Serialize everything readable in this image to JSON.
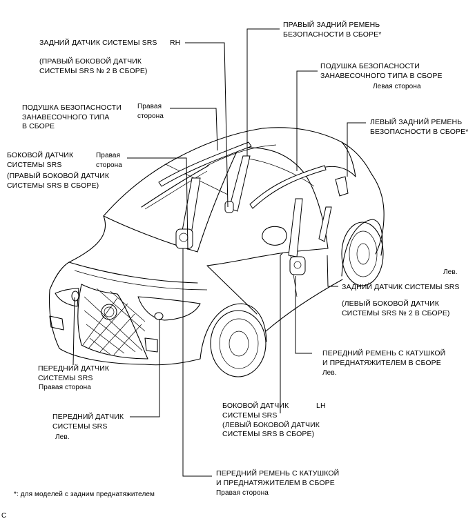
{
  "labels": {
    "right_rear_belt": "ПРАВЫЙ ЗАДНИЙ РЕМЕНЬ\nБЕЗОПАСНОСТИ В СБОРЕ*",
    "rear_sensor_rh": "ЗАДНИЙ ДАТЧИК СИСТЕМЫ SRS",
    "rh": "RH",
    "rear_sensor_rh_note": "(ПРАВЫЙ БОКОВОЙ ДАТЧИК\nСИСТЕМЫ SRS № 2 В СБОРЕ)",
    "curtain_left": "ПОДУШКА БЕЗОПАСНОСТИ\nЗАНАВЕСОЧНОГО ТИПА В СБОРЕ",
    "curtain_left_side": "Левая сторона",
    "curtain_right": "ПОДУШКА БЕЗОПАСНОСТИ\nЗАНАВЕСОЧНОГО ТИПА\nВ СБОРЕ",
    "curtain_right_side": "Правая\nсторона",
    "left_rear_belt": "ЛЕВЫЙ ЗАДНИЙ РЕМЕНЬ\nБЕЗОПАСНОСТИ В СБОРЕ*",
    "side_sensor_rh": "БОКОВОЙ ДАТЧИК\nСИСТЕМЫ SRS",
    "side_sensor_rh_side": "Правая\nсторона",
    "side_sensor_rh_note": "(ПРАВЫЙ БОКОВОЙ ДАТЧИК\nСИСТЕМЫ SRS В СБОРЕ)",
    "lev_right": "Лев.",
    "rear_sensor_lh": "ЗАДНИЙ ДАТЧИК СИСТЕМЫ SRS",
    "rear_sensor_lh_note": "(ЛЕВЫЙ БОКОВОЙ ДАТЧИК\nСИСТЕМЫ SRS № 2 В СБОРЕ)",
    "front_belt_lh": "ПЕРЕДНИЙ РЕМЕНЬ С КАТУШКОЙ\nИ ПРЕДНАТЯЖИТЕЛЕМ В СБОРЕ",
    "front_belt_lh_side": "Лев.",
    "front_sensor_rh": "ПЕРЕДНИЙ ДАТЧИК\nСИСТЕМЫ SRS",
    "front_sensor_rh_side": "Правая сторона",
    "side_sensor_lh": "БОКОВОЙ ДАТЧИК",
    "lh": "LH",
    "side_sensor_lh_2": "СИСТЕМЫ SRS\n(ЛЕВЫЙ БОКОВОЙ ДАТЧИК\nСИСТЕМЫ SRS В СБОРЕ)",
    "front_sensor_lh": "ПЕРЕДНИЙ ДАТЧИК\nСИСТЕМЫ SRS",
    "front_sensor_lh_side": "Лев.",
    "front_belt_rh": "ПЕРЕДНИЙ РЕМЕНЬ С КАТУШКОЙ\nИ ПРЕДНАТЯЖИТЕЛЕМ В СБОРЕ",
    "front_belt_rh_side": "Правая сторона",
    "footnote": "*: для моделей с задним преднатяжителем",
    "corner_code": "C"
  }
}
